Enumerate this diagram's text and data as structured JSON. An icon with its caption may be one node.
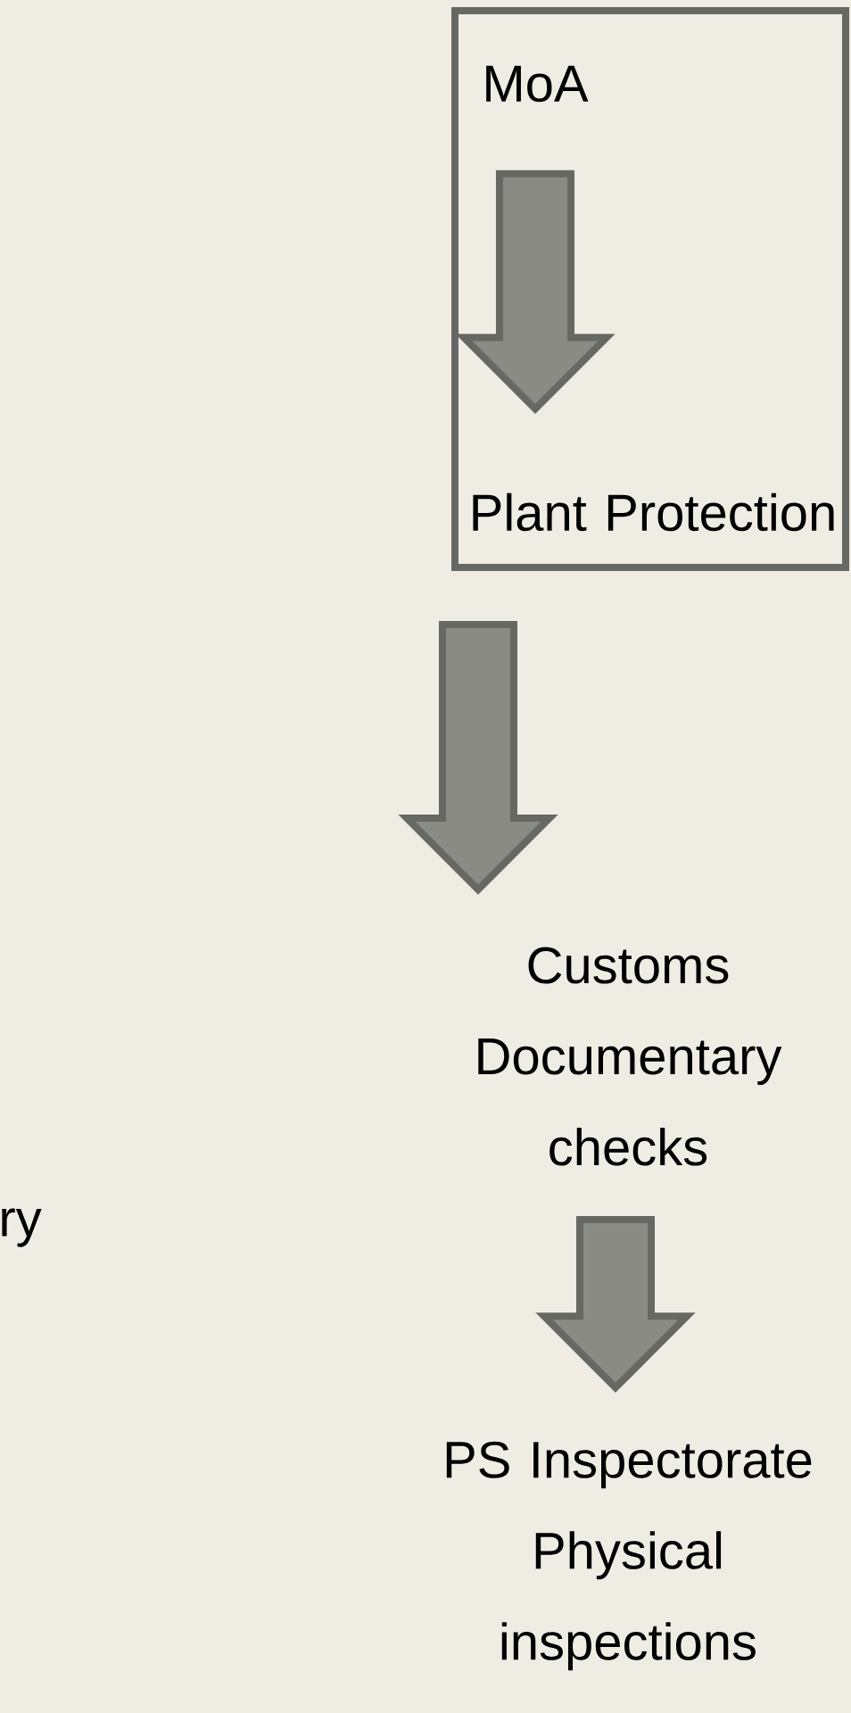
{
  "diagram": {
    "nodes": [
      {
        "text": [],
        "shape": "box"
      },
      {
        "text": [
          "MoA"
        ],
        "in": 0
      },
      {
        "text": [
          "Plant Protection"
        ],
        "in": 0
      },
      {
        "text": [
          "Customs Documentary checks"
        ]
      },
      {
        "text": [
          "PS Inspectorate Physical inspections"
        ]
      }
    ],
    "edges": [
      {
        "from": 1,
        "to": 2,
        "arrow": "to"
      },
      {
        "from": 0,
        "to": 3,
        "arrow": "to"
      },
      {
        "from": 3,
        "to": 4,
        "arrow": "to"
      }
    ],
    "labels": [
      "ry"
    ]
  }
}
